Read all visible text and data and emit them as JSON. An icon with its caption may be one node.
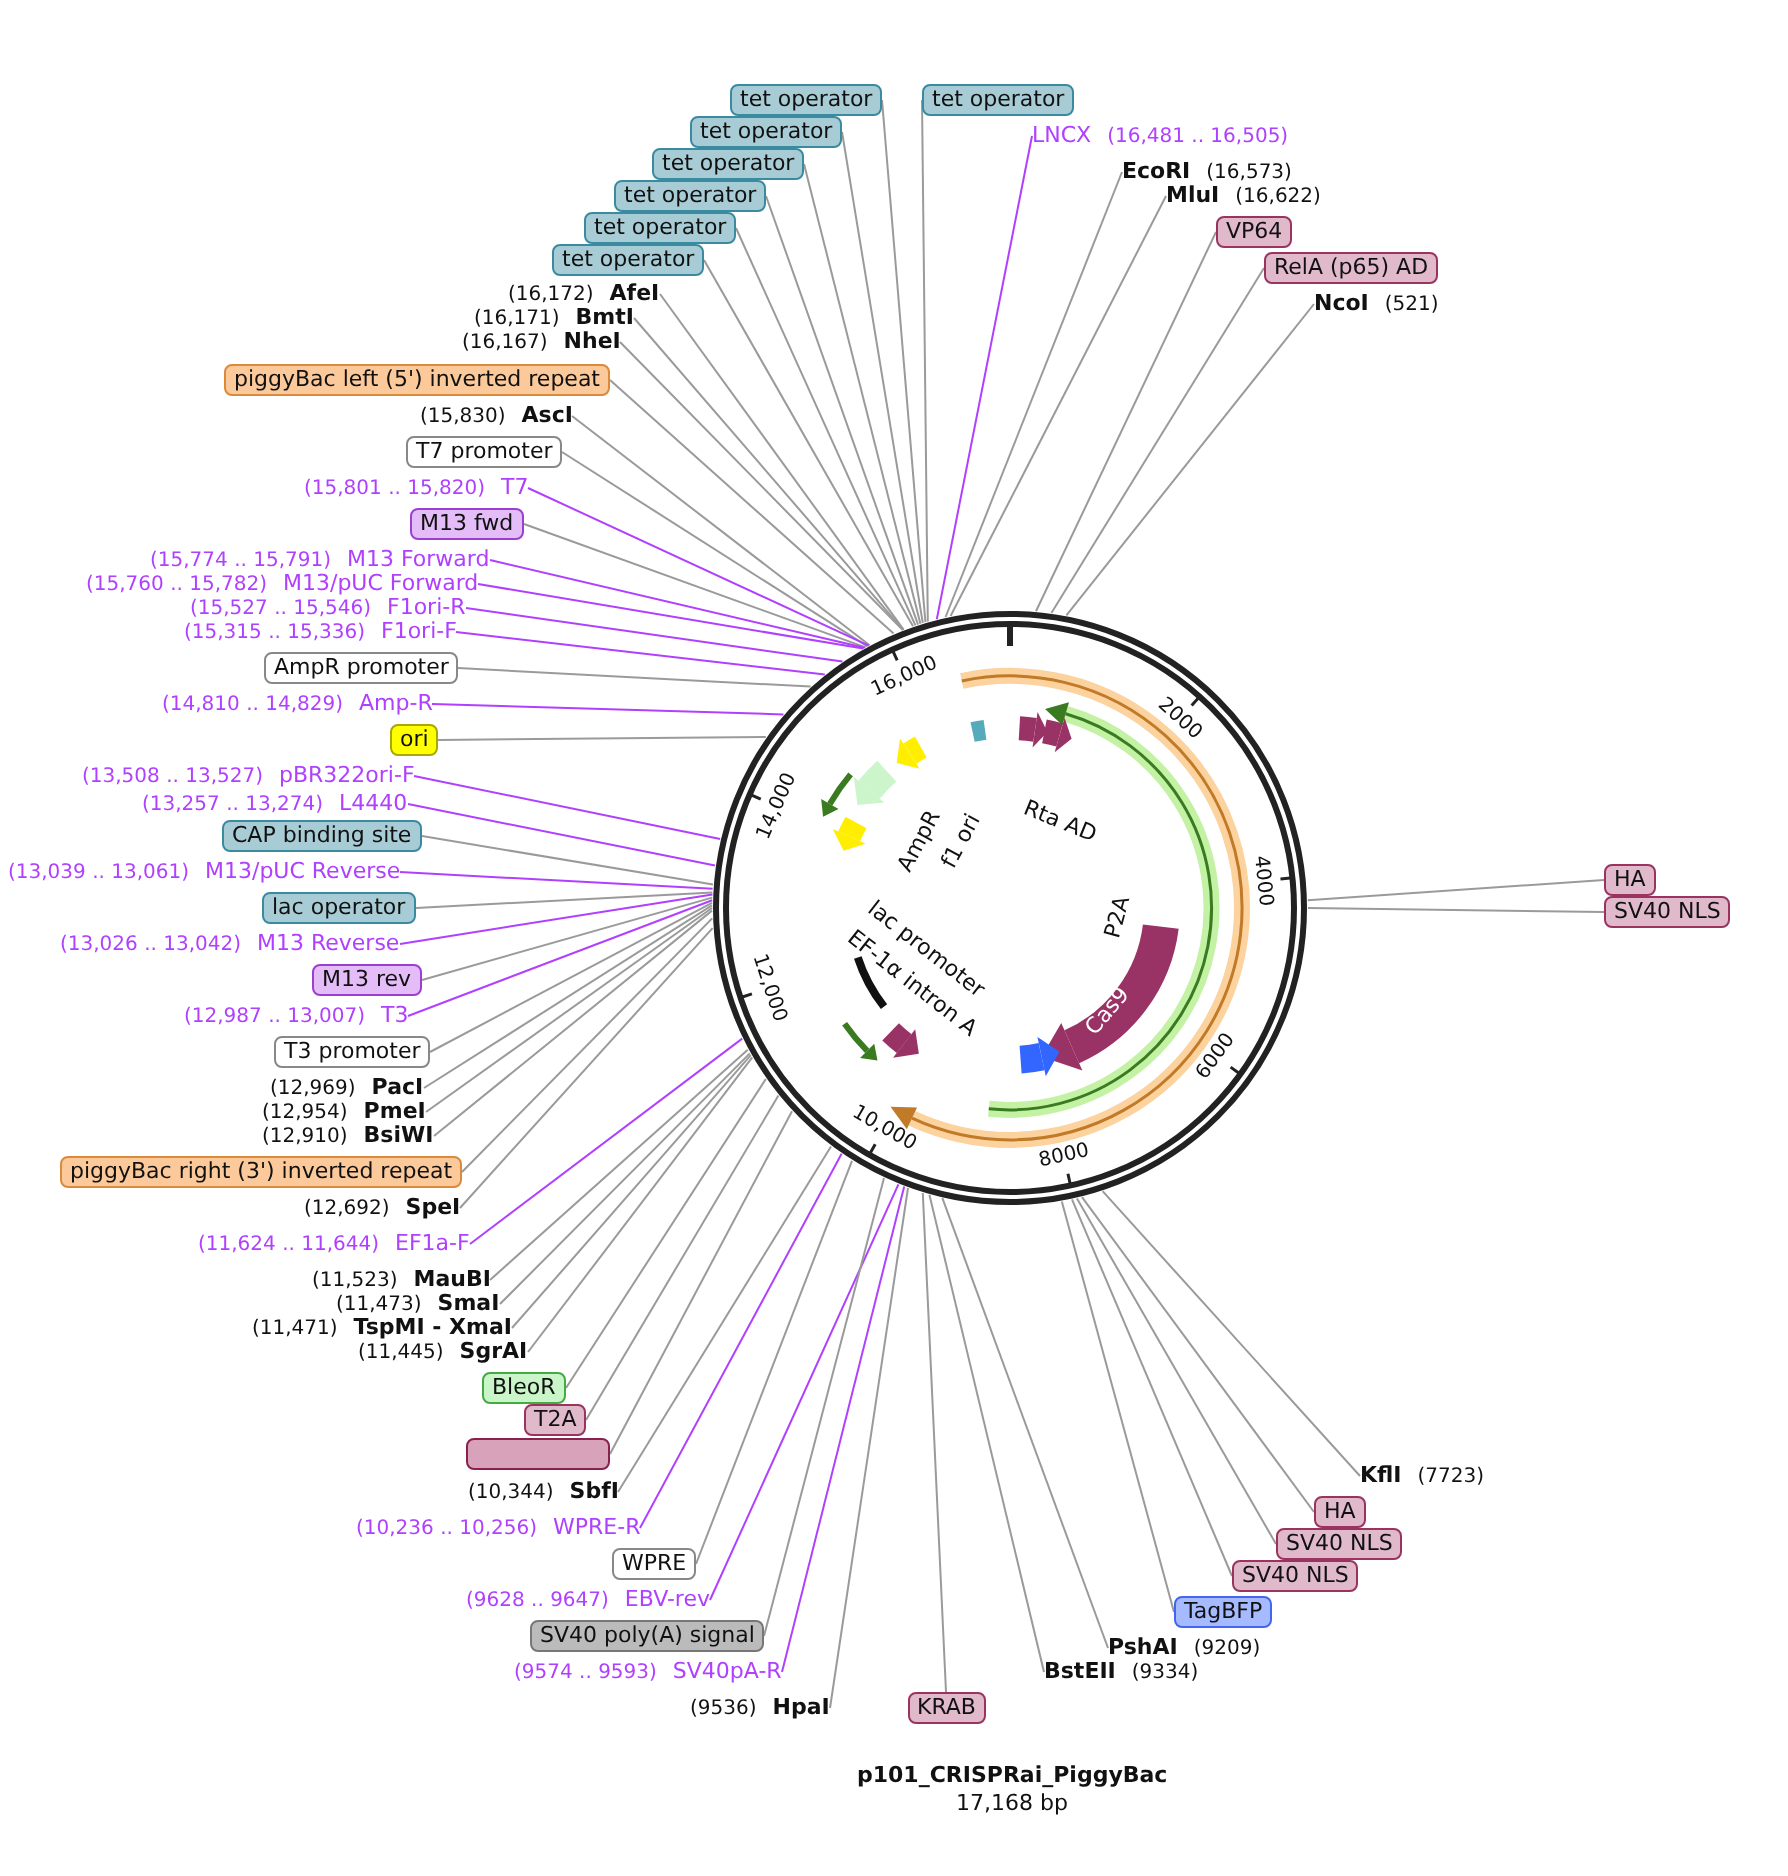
{
  "diagram": {
    "title": "p101_CRISPRai_PiggyBac",
    "caption": "17,168 bp",
    "nodes": [
      {
        "text": [
          "tet operator"
        ]
      },
      {
        "text": [
          "tet operator"
        ]
      },
      {
        "text": [
          "tet operator"
        ]
      },
      {
        "text": [
          "tet operator"
        ]
      },
      {
        "text": [
          "tet operator"
        ]
      },
      {
        "text": [
          "tet operator"
        ]
      },
      {
        "text": [
          "tet operator"
        ]
      },
      {
        "text": [
          "AfeI"
        ],
        "beside": [
          "(16,172)"
        ]
      },
      {
        "text": [
          "BmtI"
        ],
        "beside": [
          "(16,171)"
        ]
      },
      {
        "text": [
          "NheI"
        ],
        "beside": [
          "(16,167)"
        ]
      },
      {
        "text": [
          "piggyBac left (5') inverted repeat"
        ]
      },
      {
        "text": [
          "AscI"
        ],
        "beside": [
          "(15,830)"
        ]
      },
      {
        "text": [
          "T7 promoter"
        ]
      },
      {
        "text": [
          "T7"
        ],
        "beside": [
          "(15,801 .. 15,820)"
        ]
      },
      {
        "text": [
          "M13 fwd"
        ]
      },
      {
        "text": [
          "M13 Forward"
        ],
        "beside": [
          "(15,774 .. 15,791)"
        ]
      },
      {
        "text": [
          "M13/pUC Forward"
        ],
        "beside": [
          "(15,760 .. 15,782)"
        ]
      },
      {
        "text": [
          "F1ori-R"
        ],
        "beside": [
          "(15,527 .. 15,546)"
        ]
      },
      {
        "text": [
          "F1ori-F"
        ],
        "beside": [
          "(15,315 .. 15,336)"
        ]
      },
      {
        "text": [
          "AmpR promoter"
        ]
      },
      {
        "text": [
          "Amp-R"
        ],
        "beside": [
          "(14,810 .. 14,829)"
        ]
      },
      {
        "text": [
          "ori"
        ]
      },
      {
        "text": [
          "pBR322ori-F"
        ],
        "beside": [
          "(13,508 .. 13,527)"
        ]
      },
      {
        "text": [
          "L4440"
        ],
        "beside": [
          "(13,257 .. 13,274)"
        ]
      },
      {
        "text": [
          "CAP binding site"
        ]
      },
      {
        "text": [
          "M13/pUC Reverse"
        ],
        "beside": [
          "(13,039 .. 13,061)"
        ]
      },
      {
        "text": [
          "lac operator"
        ]
      },
      {
        "text": [
          "M13 Reverse"
        ],
        "beside": [
          "(13,026 .. 13,042)"
        ]
      },
      {
        "text": [
          "M13 rev"
        ]
      },
      {
        "text": [
          "T3"
        ],
        "beside": [
          "(12,987 .. 13,007)"
        ]
      },
      {
        "text": [
          "T3 promoter"
        ]
      },
      {
        "text": [
          "PacI"
        ],
        "beside": [
          "(12,969)"
        ]
      },
      {
        "text": [
          "PmeI"
        ],
        "beside": [
          "(12,954)"
        ]
      },
      {
        "text": [
          "BsiWI"
        ],
        "beside": [
          "(12,910)"
        ]
      },
      {
        "text": [
          "piggyBac right (3') inverted repeat"
        ]
      },
      {
        "text": [
          "SpeI"
        ],
        "beside": [
          "(12,692)"
        ]
      },
      {
        "text": [
          "EF1a-F"
        ],
        "beside": [
          "(11,624 .. 11,644)"
        ]
      },
      {
        "text": [
          "MauBI"
        ],
        "beside": [
          "(11,523)"
        ]
      },
      {
        "text": [
          "SmaI"
        ],
        "beside": [
          "(11,473)"
        ]
      },
      {
        "text": [
          "TspMI - XmaI"
        ],
        "beside": [
          "(11,471)"
        ]
      },
      {
        "text": [
          "SgrAI"
        ],
        "beside": [
          "(11,445)"
        ]
      },
      {
        "text": [
          "BleoR"
        ]
      },
      {
        "text": [
          "T2A"
        ]
      },
      {
        "text": [],
        "shape": "box"
      },
      {
        "text": [
          "SbfI"
        ],
        "beside": [
          "(10,344)"
        ]
      },
      {
        "text": [
          "WPRE-R"
        ],
        "beside": [
          "(10,236 .. 10,256)"
        ]
      },
      {
        "text": [
          "WPRE"
        ]
      },
      {
        "text": [
          "EBV-rev"
        ],
        "beside": [
          "(9628 .. 9647)"
        ]
      },
      {
        "text": [
          "SV40 poly(A) signal"
        ]
      },
      {
        "text": [
          "SV40pA-R"
        ],
        "beside": [
          "(9574 .. 9593)"
        ]
      },
      {
        "text": [
          "HpaI"
        ],
        "beside": [
          "(9536)"
        ]
      },
      {
        "text": [
          "KRAB"
        ]
      },
      {
        "text": [
          "LNCX"
        ],
        "beside": [
          "(16,481 .. 16,505)"
        ]
      },
      {
        "text": [
          "EcoRI"
        ],
        "beside": [
          "(16,573)"
        ]
      },
      {
        "text": [
          "MluI"
        ],
        "beside": [
          "(16,622)"
        ]
      },
      {
        "text": [
          "VP64"
        ]
      },
      {
        "text": [
          "RelA (p65) AD"
        ]
      },
      {
        "text": [
          "NcoI"
        ],
        "beside": [
          "(521)"
        ]
      },
      {
        "text": [
          "HA"
        ]
      },
      {
        "text": [
          "SV40 NLS"
        ]
      },
      {
        "text": [
          "KflI"
        ],
        "beside": [
          "(7723)"
        ]
      },
      {
        "text": [
          "HA"
        ]
      },
      {
        "text": [
          "SV40 NLS"
        ]
      },
      {
        "text": [
          "SV40 NLS"
        ]
      },
      {
        "text": [
          "TagBFP"
        ]
      },
      {
        "text": [
          "PshAI"
        ],
        "beside": [
          "(9209)"
        ]
      },
      {
        "text": [
          "BstEII"
        ],
        "beside": [
          "(9334)"
        ]
      },
      {
        "text": [
          "Rta AD"
        ],
        "in": 74
      },
      {
        "text": [
          "f1 ori"
        ],
        "in": 74
      },
      {
        "text": [
          "AmpR"
        ],
        "in": 74
      },
      {
        "text": [
          "lac promoter"
        ],
        "in": 74
      },
      {
        "text": [
          "EF-1α intron A"
        ],
        "in": 74
      },
      {
        "text": [
          "P2A"
        ],
        "in": 74
      },
      {
        "text": [
          "Cas9"
        ],
        "in": 74
      },
      {
        "text": [],
        "shape": "circle"
      }
    ],
    "edges": [
      {
        "from": 0,
        "to": 74,
        "arrow": "none"
      },
      {
        "from": 1,
        "to": 74,
        "arrow": "none"
      },
      {
        "from": 2,
        "to": 74,
        "arrow": "none"
      },
      {
        "from": 3,
        "to": 74,
        "arrow": "none"
      },
      {
        "from": 4,
        "to": 74,
        "arrow": "none"
      },
      {
        "from": 5,
        "to": 74,
        "arrow": "none"
      },
      {
        "from": 6,
        "to": 74,
        "arrow": "none"
      },
      {
        "from": 7,
        "to": 74,
        "arrow": "none"
      },
      {
        "from": 8,
        "to": 74,
        "arrow": "none"
      },
      {
        "from": 9,
        "to": 74,
        "arrow": "none"
      },
      {
        "from": 10,
        "to": 74,
        "arrow": "none"
      },
      {
        "from": 11,
        "to": 74,
        "arrow": "none"
      },
      {
        "from": 12,
        "to": 74,
        "arrow": "none"
      },
      {
        "from": 13,
        "to": 74,
        "arrow": "none",
        "color": "#b040ff"
      },
      {
        "from": 14,
        "to": 74,
        "arrow": "none"
      },
      {
        "from": 15,
        "to": 74,
        "arrow": "none",
        "color": "#b040ff"
      },
      {
        "from": 16,
        "to": 74,
        "arrow": "none",
        "color": "#b040ff"
      },
      {
        "from": 17,
        "to": 74,
        "arrow": "none",
        "color": "#b040ff"
      },
      {
        "from": 18,
        "to": 74,
        "arrow": "none",
        "color": "#b040ff"
      },
      {
        "from": 19,
        "to": 74,
        "arrow": "none"
      },
      {
        "from": 20,
        "to": 74,
        "arrow": "none",
        "color": "#b040ff"
      },
      {
        "from": 21,
        "to": 74,
        "arrow": "none"
      },
      {
        "from": 22,
        "to": 74,
        "arrow": "none",
        "color": "#b040ff"
      },
      {
        "from": 23,
        "to": 74,
        "arrow": "none",
        "color": "#b040ff"
      },
      {
        "from": 24,
        "to": 74,
        "arrow": "none"
      },
      {
        "from": 25,
        "to": 74,
        "arrow": "none",
        "color": "#b040ff"
      },
      {
        "from": 26,
        "to": 74,
        "arrow": "none"
      },
      {
        "from": 27,
        "to": 74,
        "arrow": "none",
        "color": "#b040ff"
      },
      {
        "from": 28,
        "to": 74,
        "arrow": "none"
      },
      {
        "from": 29,
        "to": 74,
        "arrow": "none",
        "color": "#b040ff"
      },
      {
        "from": 30,
        "to": 74,
        "arrow": "none"
      },
      {
        "from": 31,
        "to": 74,
        "arrow": "none"
      },
      {
        "from": 32,
        "to": 74,
        "arrow": "none"
      },
      {
        "from": 33,
        "to": 74,
        "arrow": "none"
      },
      {
        "from": 34,
        "to": 74,
        "arrow": "none"
      },
      {
        "from": 35,
        "to": 74,
        "arrow": "none"
      },
      {
        "from": 36,
        "to": 74,
        "arrow": "none",
        "color": "#b040ff"
      },
      {
        "from": 37,
        "to": 74,
        "arrow": "none"
      },
      {
        "from": 38,
        "to": 74,
        "arrow": "none"
      },
      {
        "from": 39,
        "to": 74,
        "arrow": "none"
      },
      {
        "from": 40,
        "to": 74,
        "arrow": "none"
      },
      {
        "from": 41,
        "to": 74,
        "arrow": "none"
      },
      {
        "from": 42,
        "to": 74,
        "arrow": "none"
      },
      {
        "from": 43,
        "to": 74,
        "arrow": "none"
      },
      {
        "from": 44,
        "to": 74,
        "arrow": "none"
      },
      {
        "from": 45,
        "to": 74,
        "arrow": "none",
        "color": "#b040ff"
      },
      {
        "from": 46,
        "to": 74,
        "arrow": "none"
      },
      {
        "from": 47,
        "to": 74,
        "arrow": "none",
        "color": "#b040ff"
      },
      {
        "from": 48,
        "to": 74,
        "arrow": "none"
      },
      {
        "from": 49,
        "to": 74,
        "arrow": "none",
        "color": "#b040ff"
      },
      {
        "from": 50,
        "to": 74,
        "arrow": "none"
      },
      {
        "from": 51,
        "to": 74,
        "arrow": "none"
      },
      {
        "from": 52,
        "to": 74,
        "arrow": "none",
        "color": "#b040ff"
      },
      {
        "from": 53,
        "to": 74,
        "arrow": "none"
      },
      {
        "from": 54,
        "to": 74,
        "arrow": "none"
      },
      {
        "from": 55,
        "to": 74,
        "arrow": "none"
      },
      {
        "from": 56,
        "to": 74,
        "arrow": "none"
      },
      {
        "from": 57,
        "to": 74,
        "arrow": "none"
      },
      {
        "from": 58,
        "to": 74,
        "arrow": "none"
      },
      {
        "from": 59,
        "to": 74,
        "arrow": "none"
      },
      {
        "from": 60,
        "to": 74,
        "arrow": "none"
      },
      {
        "from": 61,
        "to": 74,
        "arrow": "none"
      },
      {
        "from": 62,
        "to": 74,
        "arrow": "none"
      },
      {
        "from": 63,
        "to": 74,
        "arrow": "none"
      },
      {
        "from": 64,
        "to": 74,
        "arrow": "none"
      },
      {
        "from": 65,
        "to": 74,
        "arrow": "none"
      },
      {
        "from": 66,
        "to": 74,
        "arrow": "none"
      }
    ],
    "labels": [
      "2000",
      "4000",
      "6000",
      "8000",
      "10,000",
      "12,000",
      "14,000",
      "16,000"
    ]
  }
}
